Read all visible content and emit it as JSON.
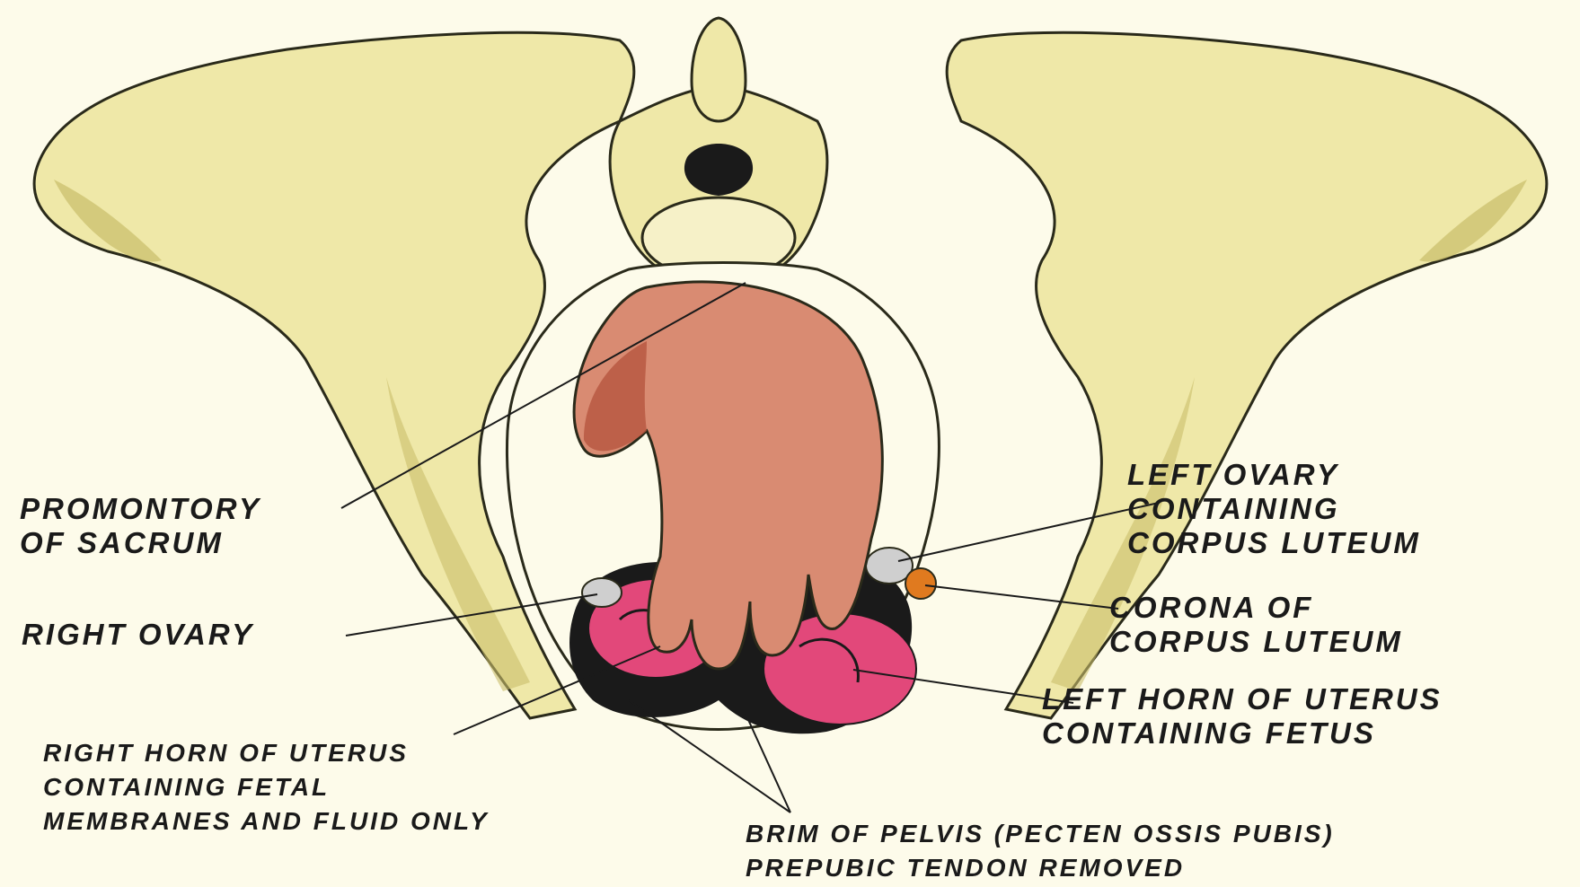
{
  "labels": {
    "promontory": [
      "PROMONTORY",
      "OF SACRUM"
    ],
    "right_ovary": [
      "RIGHT OVARY"
    ],
    "right_horn": [
      "RIGHT HORN OF UTERUS",
      "CONTAINING FETAL",
      "MEMBRANES AND FLUID ONLY"
    ],
    "left_ovary": [
      "LEFT OVARY",
      "CONTAINING",
      "CORPUS LUTEUM"
    ],
    "corona": [
      "CORONA OF",
      "CORPUS LUTEUM"
    ],
    "left_horn": [
      "LEFT HORN OF UTERUS",
      "CONTAINING FETUS"
    ],
    "brim": [
      "BRIM OF PELVIS (PECTEN OSSIS PUBIS)",
      "PREPUBIC TENDON REMOVED"
    ]
  },
  "colors": {
    "background": "#fdfbea",
    "bone": "#efe8a8",
    "bone_shadow": "#c9be6a",
    "hand": "#d98b72",
    "uterus": "#e2487a",
    "dark": "#1a1a1a",
    "corpus_luteum": "#e07a1f"
  }
}
